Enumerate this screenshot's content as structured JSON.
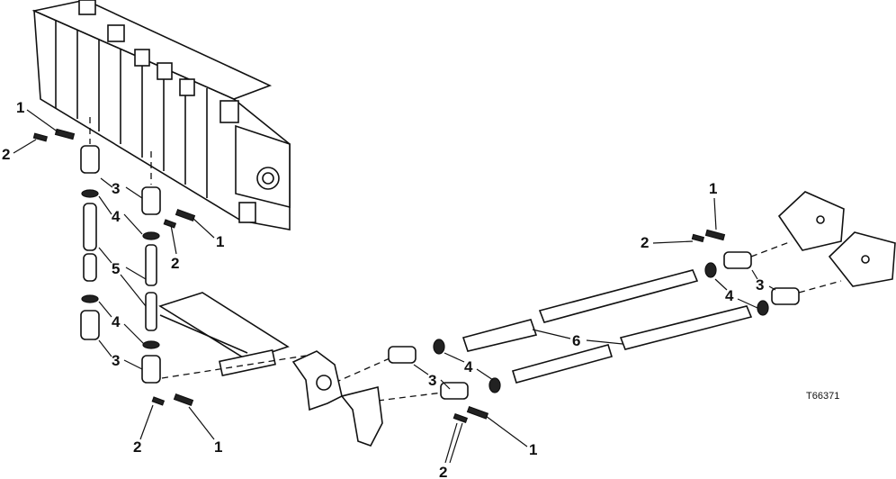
{
  "figure": {
    "drawing_number": "T66371",
    "callouts": {
      "c1": "1",
      "c2": "2",
      "c3": "3",
      "c4": "4",
      "c5": "5",
      "c6": "6"
    }
  }
}
